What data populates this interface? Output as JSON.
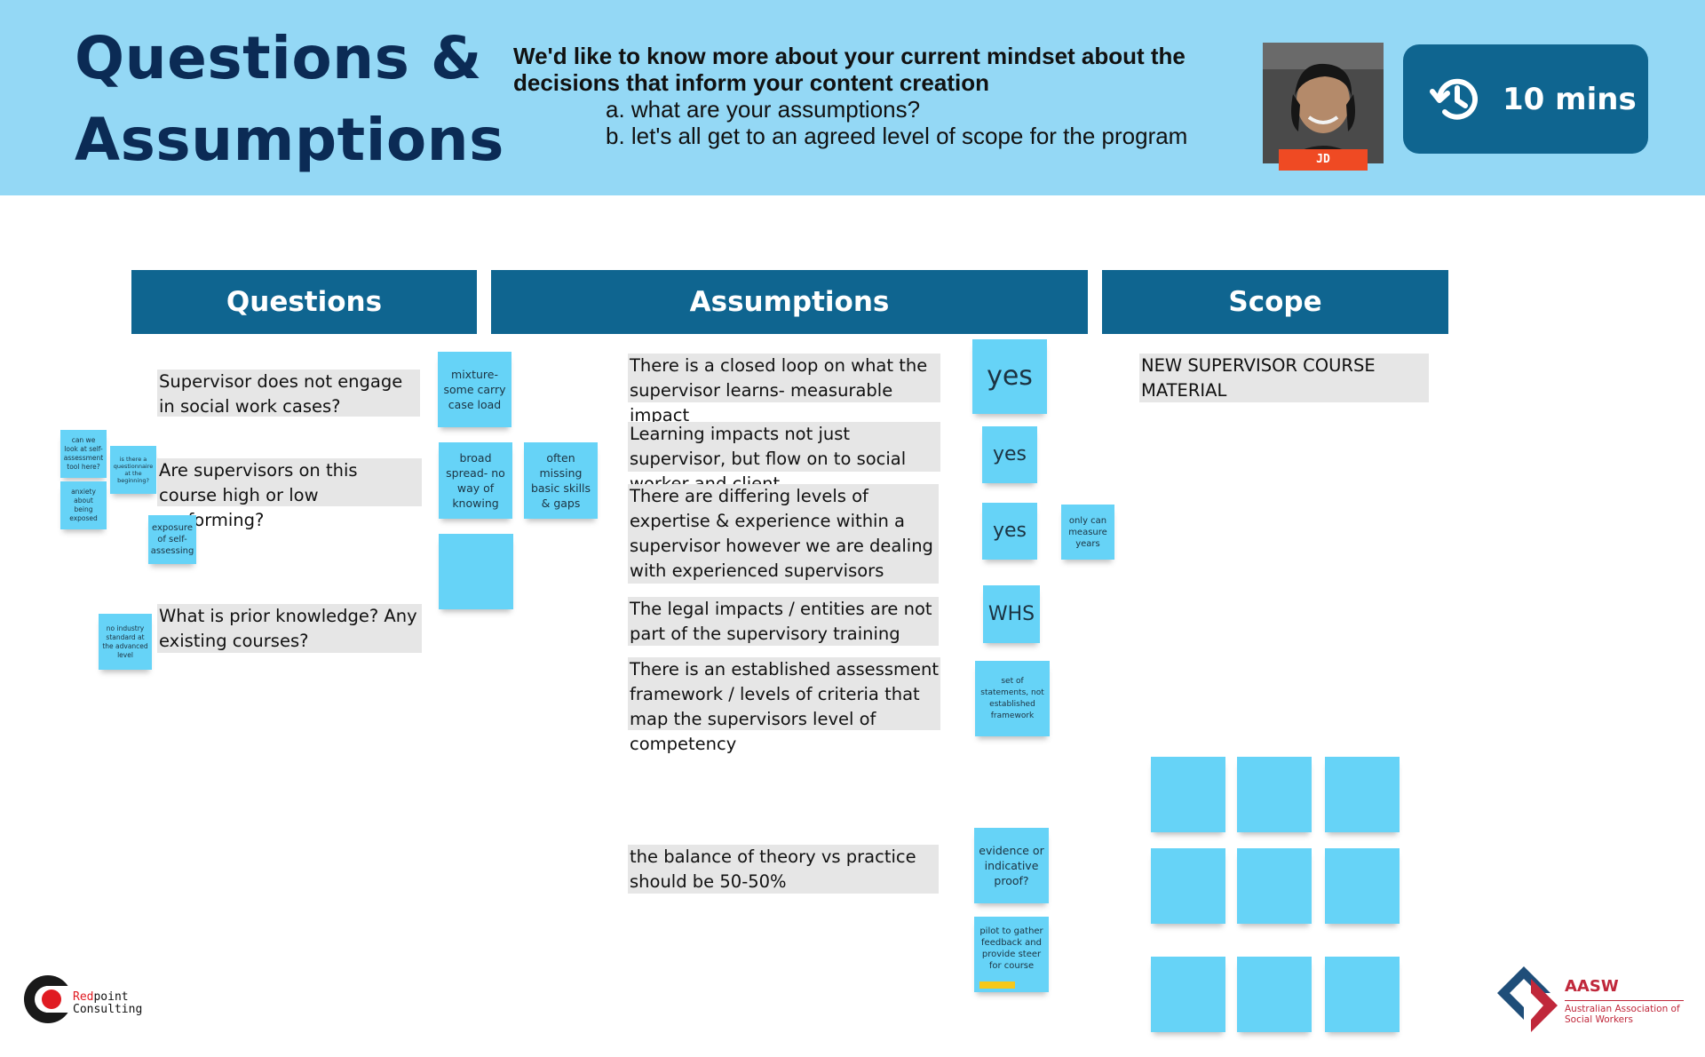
{
  "header": {
    "title_line1": "Questions &",
    "title_line2": "Assumptions",
    "prompt": "We'd like to know more about your current mindset about the decisions that inform your content creation",
    "item_a": "a. what are your assumptions?",
    "item_b": "b. let's all get to an agreed level of scope for the program",
    "facilitator_tag": "JD",
    "timer_label": "10 mins",
    "timer_icon": "history-clock-icon"
  },
  "columns": {
    "questions": "Questions",
    "assumptions": "Assumptions",
    "scope": "Scope"
  },
  "questions": [
    "Supervisor does not engage in social work cases?",
    "Are supervisors on this course high or low performing?",
    "What is prior knowledge? Any existing courses?"
  ],
  "question_stickies": {
    "self_assessment": "can we look at self-assessment tool here?",
    "questionnaire": "is there a questionnaire at the beginning?",
    "anxiety": "anxiety about being exposed",
    "exposure": "exposure of self-assessing",
    "no_standard": "no industry standard at the advanced level",
    "mixture": "mixture-some carry case load",
    "broad_spread": "broad spread- no way of knowing",
    "often_missing": "often missing basic skills & gaps"
  },
  "assumptions": [
    "There is a closed loop on what the supervisor learns- measurable impact",
    "Learning impacts not just supervisor, but flow on to social worker and client",
    "There are differing levels of expertise & experience within a supervisor however we are dealing with experienced supervisors",
    "The legal impacts / entities are not part of the supervisory training",
    "There is an established assessment framework / levels of criteria that map the supervisors level of competency",
    "the balance of theory vs practice should be 50-50%"
  ],
  "assumption_stickies": {
    "yes1": "yes",
    "yes2": "yes",
    "yes3": "yes",
    "only_can": "only can measure years",
    "whs": "WHS",
    "set_of_statements": "set of statements, not established framework",
    "evidence": "evidence or indicative proof?",
    "pilot": "pilot to gather feedback and provide steer for course"
  },
  "scope": [
    "NEW SUPERVISOR COURSE MATERIAL"
  ],
  "logos": {
    "left_red": "Red",
    "left_point": "point",
    "left_line2": "Consulting",
    "right_brand": "AASW",
    "right_sub": "Australian Association of Social Workers"
  },
  "colors": {
    "header_bg": "#94d8f5",
    "accent": "#0f6590",
    "sticky": "#66d3f7",
    "card": "#e6e6e6",
    "tag": "#ef4a23",
    "aasw_red": "#c0283b"
  }
}
